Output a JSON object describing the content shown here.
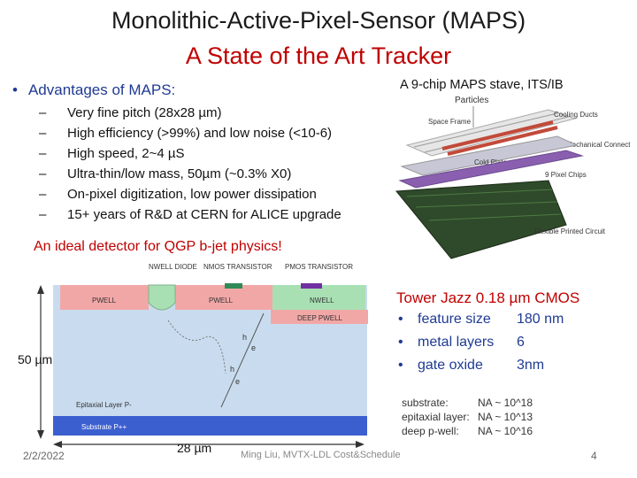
{
  "title_line1": "Monolithic-Active-Pixel-Sensor (MAPS)",
  "title_line2": "A State of the Art Tracker",
  "advantages_heading": "Advantages of MAPS:",
  "bullet_glyph": "•",
  "advantages": [
    "Very fine pitch (28x28 µm)",
    "High efficiency (>99%) and low noise (<10-6)",
    "High speed, 2~4 µS",
    "Ultra-thin/low mass, 50µm (~0.3% X0)",
    "On-pixel digitization, low power dissipation",
    "15+ years of R&D at CERN for ALICE upgrade"
  ],
  "dash": "–",
  "stave_caption": "A 9-chip MAPS stave, ITS/IB",
  "stave_labels": {
    "particles": "Particles",
    "space_frame": "Space Frame",
    "cooling_ducts": "Cooling Ducts",
    "mechanical_connector": "Mechanical Connector",
    "cold_plate": "Cold Plate",
    "pixel_chips": "9 Pixel Chips",
    "fpc": "Flexible Printed Circuit"
  },
  "ideal_text": "An ideal detector for QGP b-jet physics!",
  "sensor_labels": {
    "nwell_diode": "NWELL DIODE",
    "nmos": "NMOS TRANSISTOR",
    "pmos": "PMOS TRANSISTOR",
    "pwell_left": "PWELL",
    "pwell_mid": "PWELL",
    "nwell": "NWELL",
    "deep_pwell": "DEEP PWELL",
    "epi": "Epitaxial Layer P-",
    "substrate": "Substrate P++",
    "h": "h",
    "e": "e"
  },
  "dimension_50": "50 µm",
  "dimension_28": "28 µm",
  "towerjazz": {
    "title": "Tower Jazz 0.18 µm CMOS",
    "rows": [
      {
        "name": "feature size",
        "value": "180 nm"
      },
      {
        "name": "metal layers",
        "value": "6"
      },
      {
        "name": "gate oxide",
        "value": "3nm"
      }
    ],
    "doping": [
      {
        "layer": "substrate:",
        "value": "NA ~ 10^18"
      },
      {
        "layer": "epitaxial layer:",
        "value": "NA ~ 10^13"
      },
      {
        "layer": "deep p-well:",
        "value": "NA ~ 10^16"
      }
    ]
  },
  "footer": {
    "date": "2/2/2022",
    "author": "Ming Liu, MVTX-LDL Cost&Schedule",
    "page": "4"
  },
  "colors": {
    "title_red": "#c00000",
    "bullet_blue": "#1f3a93",
    "well_pink": "#f2a7a7",
    "well_green": "#a8e0b4",
    "epi_blue": "#c9dcef",
    "substrate_blue": "#3c5fd0"
  }
}
